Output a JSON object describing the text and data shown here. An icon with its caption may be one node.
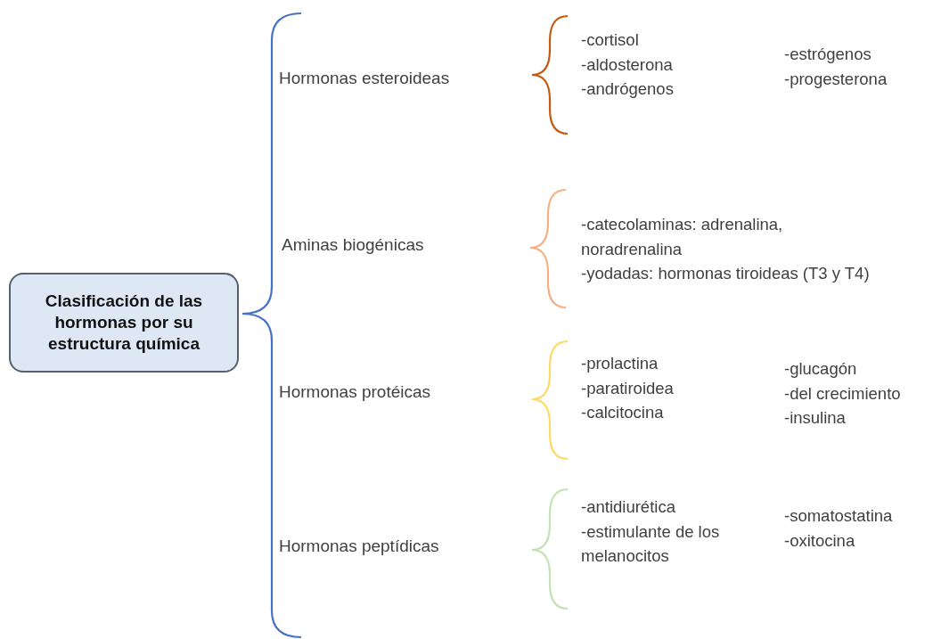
{
  "diagram": {
    "nodes": [
      {
        "text": [
          "Clasificación de las hormonas por su estructura química"
        ]
      },
      {
        "text": [
          "Hormonas esteroideas"
        ]
      },
      {
        "text": [
          "Aminas biogénicas"
        ]
      },
      {
        "text": [
          "Hormonas protéicas"
        ]
      },
      {
        "text": [
          "Hormonas peptídicas"
        ]
      },
      {
        "text": [
          "-cortisol",
          "-aldosterona",
          "-andrógenos"
        ]
      },
      {
        "text": [
          "-estrógenos",
          "-progesterona"
        ]
      },
      {
        "text": [
          "-catecolaminas: adrenalina, noradrenalina",
          "-yodadas: hormonas tiroideas (T3 y T4)"
        ]
      },
      {
        "text": [
          "-prolactina",
          "-paratiroidea",
          "-calcitocina"
        ]
      },
      {
        "text": [
          "-glucagón",
          "-del crecimiento",
          "-insulina"
        ]
      },
      {
        "text": [
          "-antidiurética",
          "-estimulante de los melanocitos"
        ]
      },
      {
        "text": [
          "-somatostatina",
          "-oxitocina"
        ]
      }
    ]
  }
}
